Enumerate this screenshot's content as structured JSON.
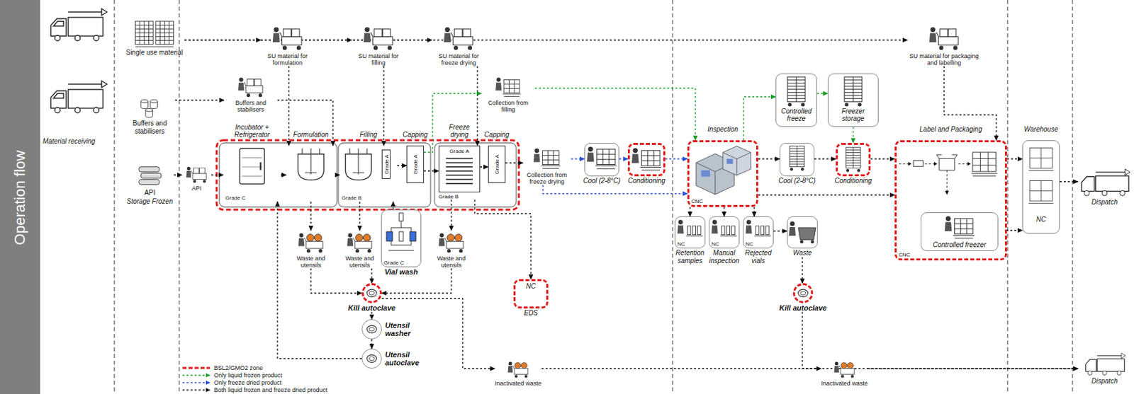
{
  "diagram": {
    "nodes": [
      {
        "text": [
          "Operation flow"
        ]
      },
      {
        "text": [
          "Single use material"
        ]
      },
      {
        "text": [
          "Buffers and stabilisers"
        ]
      },
      {
        "text": [
          "API",
          "Storage Frozen"
        ]
      },
      {
        "text": [
          "API"
        ]
      },
      {
        "text": [
          "SU material for formulation"
        ]
      },
      {
        "text": [
          "SU material for filling"
        ]
      },
      {
        "text": [
          "SU material for freeze drying"
        ]
      },
      {
        "text": [
          "SU material for packaging and labelling"
        ]
      },
      {
        "text": [
          "Buffers and stabilisers"
        ]
      },
      {
        "text": [
          "Collection from filling"
        ]
      },
      {
        "text": [
          "Incubator + Refrigerator",
          "Grade C"
        ]
      },
      {
        "text": [
          "Formulation"
        ]
      },
      {
        "text": [
          "Filling",
          "Grade B"
        ]
      },
      {
        "text": [
          "Capping",
          "Grade A"
        ]
      },
      {
        "text": [
          "Freeze drying",
          "Grade A",
          "Grade B"
        ]
      },
      {
        "text": [
          "Capping",
          "Grade A"
        ]
      },
      {
        "text": [
          "Collection from freeze drying"
        ]
      },
      {
        "text": [
          "Cool (2-8°C)"
        ]
      },
      {
        "text": [
          "Conditioning"
        ]
      },
      {
        "text": [
          "Inspection",
          "CNC"
        ]
      },
      {
        "text": [
          "Controlled freeze"
        ]
      },
      {
        "text": [
          "Freezer storage"
        ]
      },
      {
        "text": [
          "Cool (2-8°C)"
        ]
      },
      {
        "text": [
          "Conditioning"
        ]
      },
      {
        "text": [
          "NC",
          "Retention samples"
        ]
      },
      {
        "text": [
          "NC",
          "Manual inspection"
        ]
      },
      {
        "text": [
          "NC",
          "Rejected vials"
        ]
      },
      {
        "text": [
          "Waste"
        ]
      },
      {
        "text": [
          "Kill autoclave"
        ]
      },
      {
        "text": [
          "Inactivated waste"
        ]
      },
      {
        "text": [
          "Label and Packaging",
          "CNC"
        ]
      },
      {
        "text": [
          "Controlled freezer"
        ],
        "in": 31
      },
      {
        "text": [
          "Warehouse",
          "NC"
        ]
      },
      {
        "text": [
          "Dispatch"
        ]
      },
      {
        "text": [
          "Dispatch"
        ]
      },
      {
        "text": [
          "NC",
          "EDS"
        ]
      },
      {
        "text": [
          "Grade C",
          "Vial wash"
        ]
      },
      {
        "text": [
          "Kill autoclave"
        ]
      },
      {
        "text": [
          "Utensil washer"
        ]
      },
      {
        "text": [
          "Utensil autoclave"
        ]
      },
      {
        "text": [
          "Waste and utensils"
        ]
      },
      {
        "text": [
          "Waste and utensils"
        ]
      },
      {
        "text": [
          "Waste and utensils"
        ]
      },
      {
        "text": [
          "Inactivated waste"
        ]
      }
    ],
    "edges": [
      {
        "from": 1,
        "to": 5,
        "arrow": "to"
      },
      {
        "from": 1,
        "to": 6,
        "arrow": "to"
      },
      {
        "from": 1,
        "to": 7,
        "arrow": "to"
      },
      {
        "from": 1,
        "to": 8,
        "arrow": "to"
      },
      {
        "from": 5,
        "to": 12,
        "arrow": "to"
      },
      {
        "from": 6,
        "to": 13,
        "arrow": "to"
      },
      {
        "from": 7,
        "to": 15,
        "arrow": "to"
      },
      {
        "from": 8,
        "to": 31,
        "arrow": "to"
      },
      {
        "from": 2,
        "to": 9,
        "arrow": "to"
      },
      {
        "from": 9,
        "to": 12,
        "arrow": "to"
      },
      {
        "from": 3,
        "to": 4,
        "arrow": "to"
      },
      {
        "from": 4,
        "to": 11,
        "arrow": "to"
      },
      {
        "from": 11,
        "to": 12,
        "arrow": "to"
      },
      {
        "from": 12,
        "to": 13,
        "arrow": "to"
      },
      {
        "from": 13,
        "to": 14,
        "arrow": "to"
      },
      {
        "from": 14,
        "to": 15,
        "arrow": "to"
      },
      {
        "from": 15,
        "to": 16,
        "arrow": "to"
      },
      {
        "from": 14,
        "to": 10,
        "arrow": "to"
      },
      {
        "from": 10,
        "to": 20,
        "arrow": "to"
      },
      {
        "from": 16,
        "to": 17,
        "arrow": "to"
      },
      {
        "from": 17,
        "to": 18,
        "arrow": "to"
      },
      {
        "from": 18,
        "to": 19,
        "arrow": "to"
      },
      {
        "from": 19,
        "to": 20,
        "arrow": "to"
      },
      {
        "from": 17,
        "to": 20,
        "arrow": "to"
      },
      {
        "from": 20,
        "to": 21,
        "arrow": "to"
      },
      {
        "from": 21,
        "to": 22,
        "arrow": "to"
      },
      {
        "from": 22,
        "to": 24,
        "arrow": "to"
      },
      {
        "from": 20,
        "to": 23,
        "arrow": "to"
      },
      {
        "from": 23,
        "to": 24,
        "arrow": "to"
      },
      {
        "from": 24,
        "to": 31,
        "arrow": "to"
      },
      {
        "from": 20,
        "to": 31,
        "arrow": "to"
      },
      {
        "from": 20,
        "to": 25,
        "arrow": "to"
      },
      {
        "from": 20,
        "to": 26,
        "arrow": "to"
      },
      {
        "from": 20,
        "to": 27,
        "arrow": "to"
      },
      {
        "from": 27,
        "to": 28,
        "arrow": "to"
      },
      {
        "from": 28,
        "to": 29,
        "arrow": "to"
      },
      {
        "from": 29,
        "to": 30,
        "arrow": "to"
      },
      {
        "from": 30,
        "to": 35,
        "arrow": "to"
      },
      {
        "from": 31,
        "to": 33,
        "arrow": "to"
      },
      {
        "from": 32,
        "to": 33,
        "arrow": "to"
      },
      {
        "from": 33,
        "to": 34,
        "arrow": "to"
      },
      {
        "from": 15,
        "to": 36,
        "arrow": "to"
      },
      {
        "from": 37,
        "to": 13,
        "arrow": "to"
      },
      {
        "from": 12,
        "to": 41,
        "arrow": "to"
      },
      {
        "from": 13,
        "to": 42,
        "arrow": "to"
      },
      {
        "from": 15,
        "to": 43,
        "arrow": "to"
      },
      {
        "from": 41,
        "to": 38,
        "arrow": "to"
      },
      {
        "from": 42,
        "to": 38,
        "arrow": "to"
      },
      {
        "from": 43,
        "to": 38,
        "arrow": "to"
      },
      {
        "from": 38,
        "to": 39,
        "arrow": "to"
      },
      {
        "from": 39,
        "to": 40,
        "arrow": "to"
      },
      {
        "from": 40,
        "to": 11,
        "arrow": "to"
      },
      {
        "from": 38,
        "to": 44,
        "arrow": "to"
      },
      {
        "from": 44,
        "to": 35,
        "arrow": "to"
      }
    ],
    "labels": [
      "Material receiving",
      "Grade A"
    ],
    "legend": [
      {
        "text": "BSL2/GMO2 zone"
      },
      {
        "text": "Only liquid frozen product"
      },
      {
        "text": "Only freeze dried product"
      },
      {
        "text": "Both liquid frozen and freeze dried product"
      }
    ]
  }
}
